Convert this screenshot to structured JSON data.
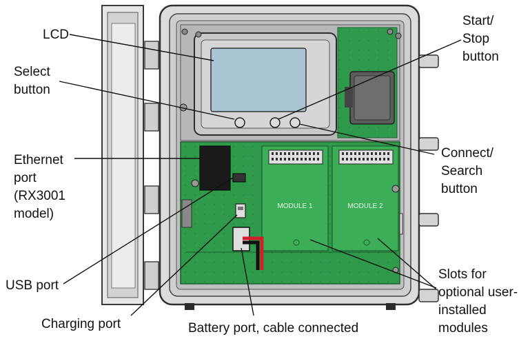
{
  "figure": {
    "subject": "Open data logger enclosure with internal components",
    "module_slots": [
      {
        "label": "MODULE 1"
      },
      {
        "label": "MODULE 2"
      }
    ]
  },
  "callouts": {
    "lcd": "LCD",
    "select_button": "Select\nbutton",
    "ethernet_port": "Ethernet\nport\n(RX3001\nmodel)",
    "usb_port": "USB port",
    "charging_port": "Charging port",
    "battery_port": "Battery port, cable connected",
    "start_stop_button": "Start/\nStop\nbutton",
    "connect_search_button": "Connect/\nSearch\nbutton",
    "module_slots": "Slots for\noptional user-\ninstalled\nmodules"
  },
  "colors": {
    "enclosure": "#d8d8d8",
    "enclosure_edge": "#3a3a3a",
    "pcb": "#2e9a4a",
    "pcb_light": "#3cae58",
    "lcd": "#a9c4d2",
    "battery_red": "#d1202a"
  }
}
